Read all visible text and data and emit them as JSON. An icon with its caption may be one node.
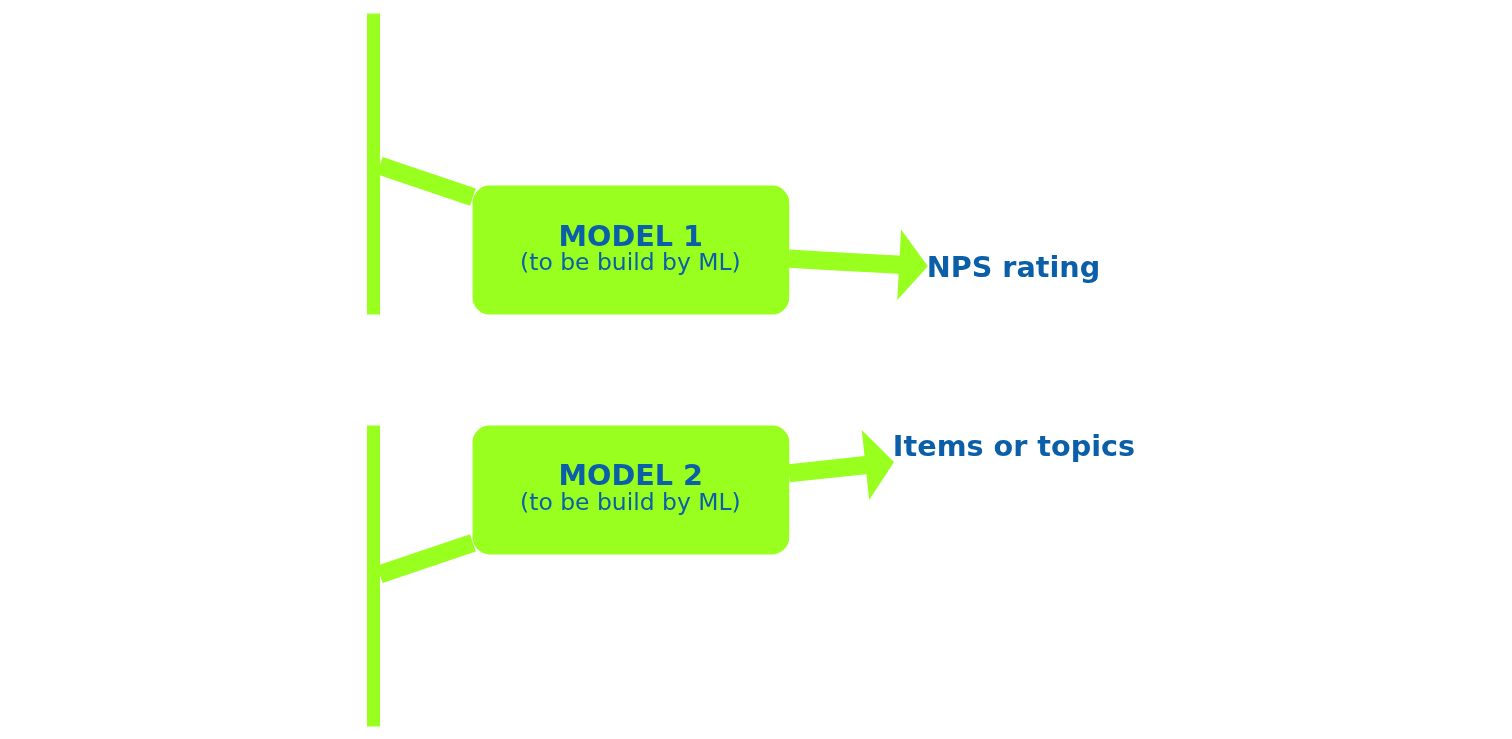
{
  "diagram": {
    "nodes": [
      {
        "text": [],
        "shape": "bar"
      },
      {
        "text": [],
        "shape": "bar"
      },
      {
        "text": [
          "MODEL 1",
          "(to be build by ML)"
        ]
      },
      {
        "text": [
          "MODEL 2",
          "(to be build by ML)"
        ]
      },
      {
        "text": [
          "NPS rating"
        ]
      },
      {
        "text": [
          "Items or topics"
        ]
      }
    ],
    "edges": [
      {
        "from": 0,
        "to": 2,
        "arrow": "none"
      },
      {
        "from": 1,
        "to": 3,
        "arrow": "none"
      },
      {
        "from": 2,
        "to": 4,
        "arrow": "to"
      },
      {
        "from": 3,
        "to": 5,
        "arrow": "to"
      }
    ]
  }
}
